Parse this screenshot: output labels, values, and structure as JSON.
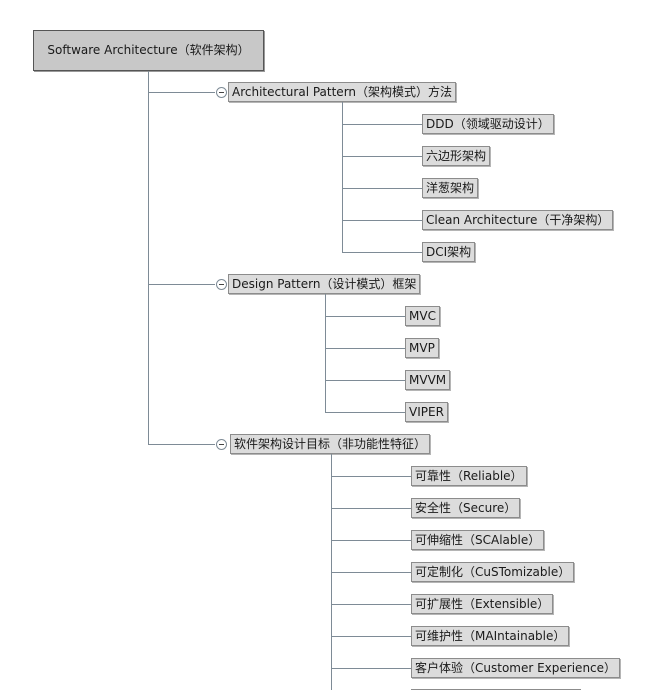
{
  "root": "Software Architecture（软件架构）",
  "branches": [
    {
      "label": "Architectural Pattern（架构模式）方法",
      "children": [
        "DDD（领域驱动设计）",
        "六边形架构",
        "洋葱架构",
        "Clean Architecture（干净架构）",
        "DCI架构"
      ]
    },
    {
      "label": "Design Pattern（设计模式）框架",
      "children": [
        "MVC",
        "MVP",
        "MVVM",
        "VIPER"
      ]
    },
    {
      "label": "软件架构设计目标（非功能性特征）",
      "children": [
        "可靠性（Reliable）",
        "安全性（Secure）",
        "可伸缩性（SCAlable）",
        "可定制化（CuSTomizable）",
        "可扩展性（Extensible）",
        "可维护性（MAIntainable）",
        "客户体验（Customer Experience）"
      ]
    }
  ],
  "colors": {
    "node_fill": "#dcdcdc",
    "root_fill": "#c8c8c8",
    "connector": "#7e8b96"
  }
}
